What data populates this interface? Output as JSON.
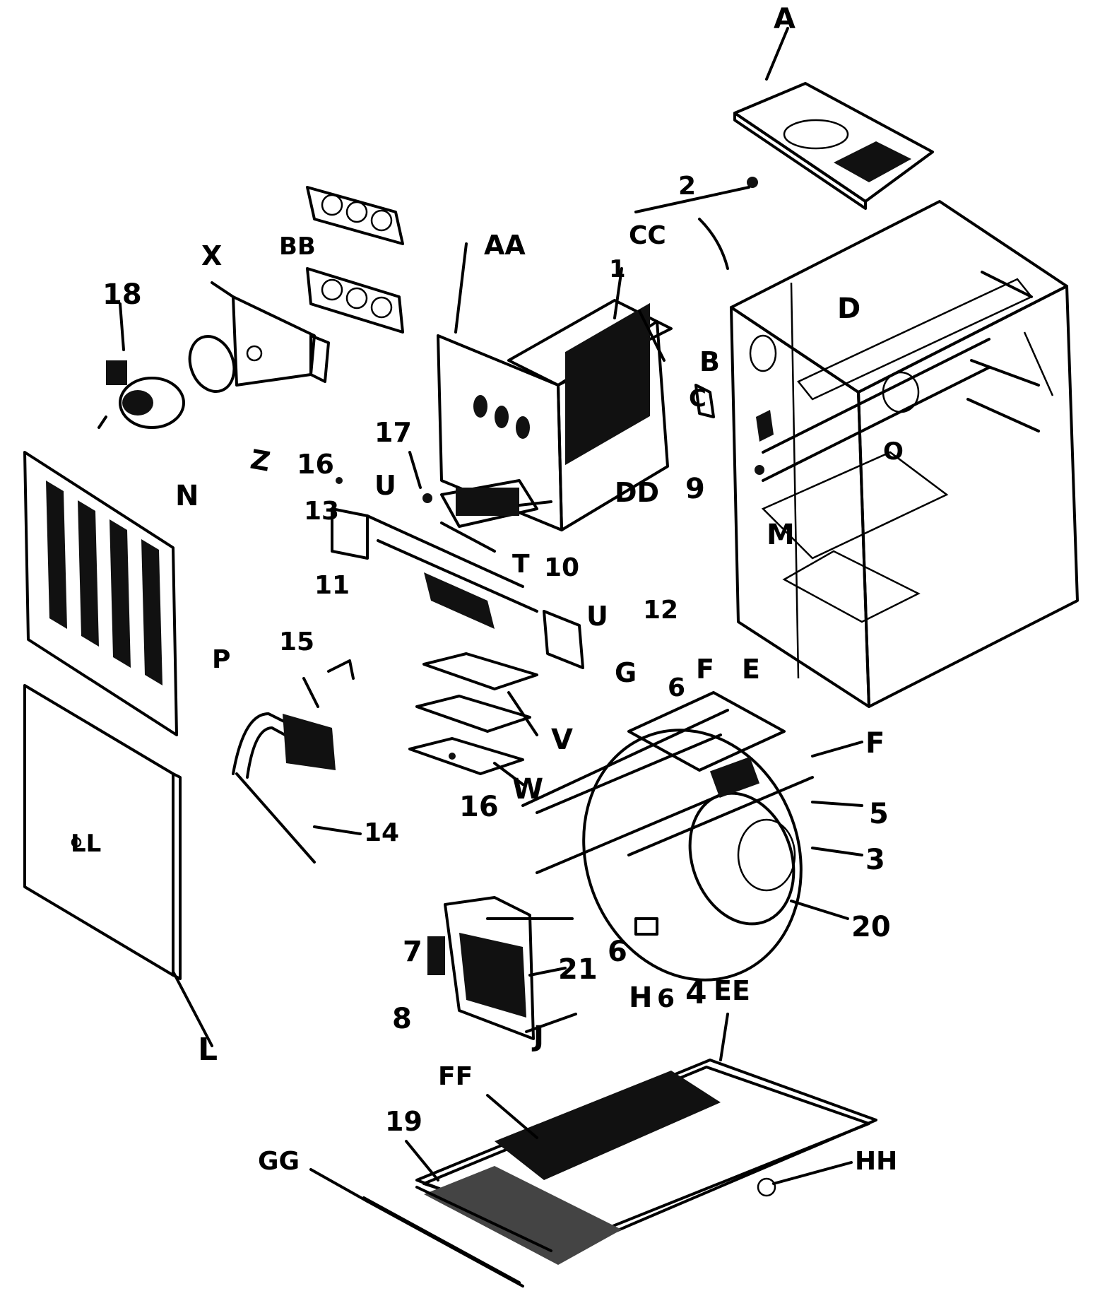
{
  "diagram": {
    "labels": {
      "A": "A",
      "B": "B",
      "C": "C",
      "D": "D",
      "E": "E",
      "F_top": "F",
      "F_right": "F",
      "G": "G",
      "H": "H",
      "J": "J",
      "L": "L",
      "M": "M",
      "N": "N",
      "O": "O",
      "P": "P",
      "T": "T",
      "U_left": "U",
      "U_right": "U",
      "V": "V",
      "W": "W",
      "X": "X",
      "Z": "Z",
      "AA": "AA",
      "BB": "BB",
      "CC": "CC",
      "DD": "DD",
      "EE": "EE",
      "FF": "FF",
      "GG": "GG",
      "HH": "HH",
      "LL": "LL",
      "n1": "1",
      "n2": "2",
      "n3": "3",
      "n4": "4",
      "n5": "5",
      "n6": "6",
      "n6b": "6",
      "n7": "7",
      "n8": "8",
      "n9": "9",
      "n10": "10",
      "n11": "11",
      "n12": "12",
      "n13": "13",
      "n14": "14",
      "n15": "15",
      "n16a": "16",
      "n16b": "16",
      "n17": "17",
      "n18": "18",
      "n19": "19",
      "n20": "20",
      "n21": "21"
    }
  }
}
